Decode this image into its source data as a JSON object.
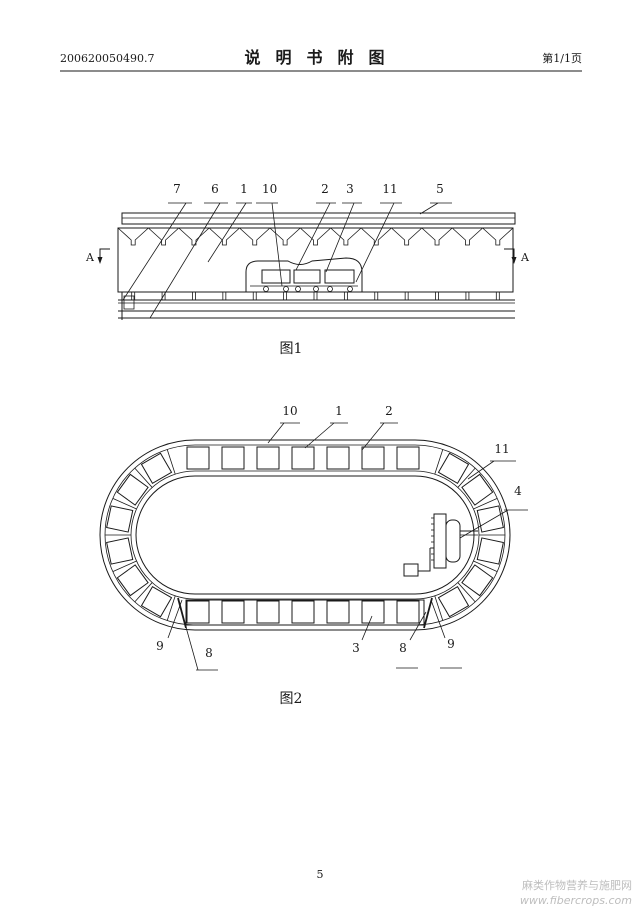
{
  "header": {
    "application_number": "200620050490.7",
    "title": "说明书附图",
    "page_info": "第1/1页"
  },
  "figure1": {
    "labels": [
      "7",
      "6",
      "1",
      "10",
      "2",
      "3",
      "11",
      "5"
    ],
    "section_marks": [
      "A",
      "A"
    ],
    "caption": "图1"
  },
  "figure2": {
    "labels_top": [
      "10",
      "1",
      "2"
    ],
    "labels_right": [
      "11",
      "4"
    ],
    "labels_bottom": [
      "9",
      "8",
      "3",
      "8",
      "9"
    ],
    "caption": "图2"
  },
  "footer": {
    "page_number": "5"
  },
  "watermark": {
    "site_name": "麻类作物营养与施肥网",
    "url": "www.fibercrops.com"
  }
}
